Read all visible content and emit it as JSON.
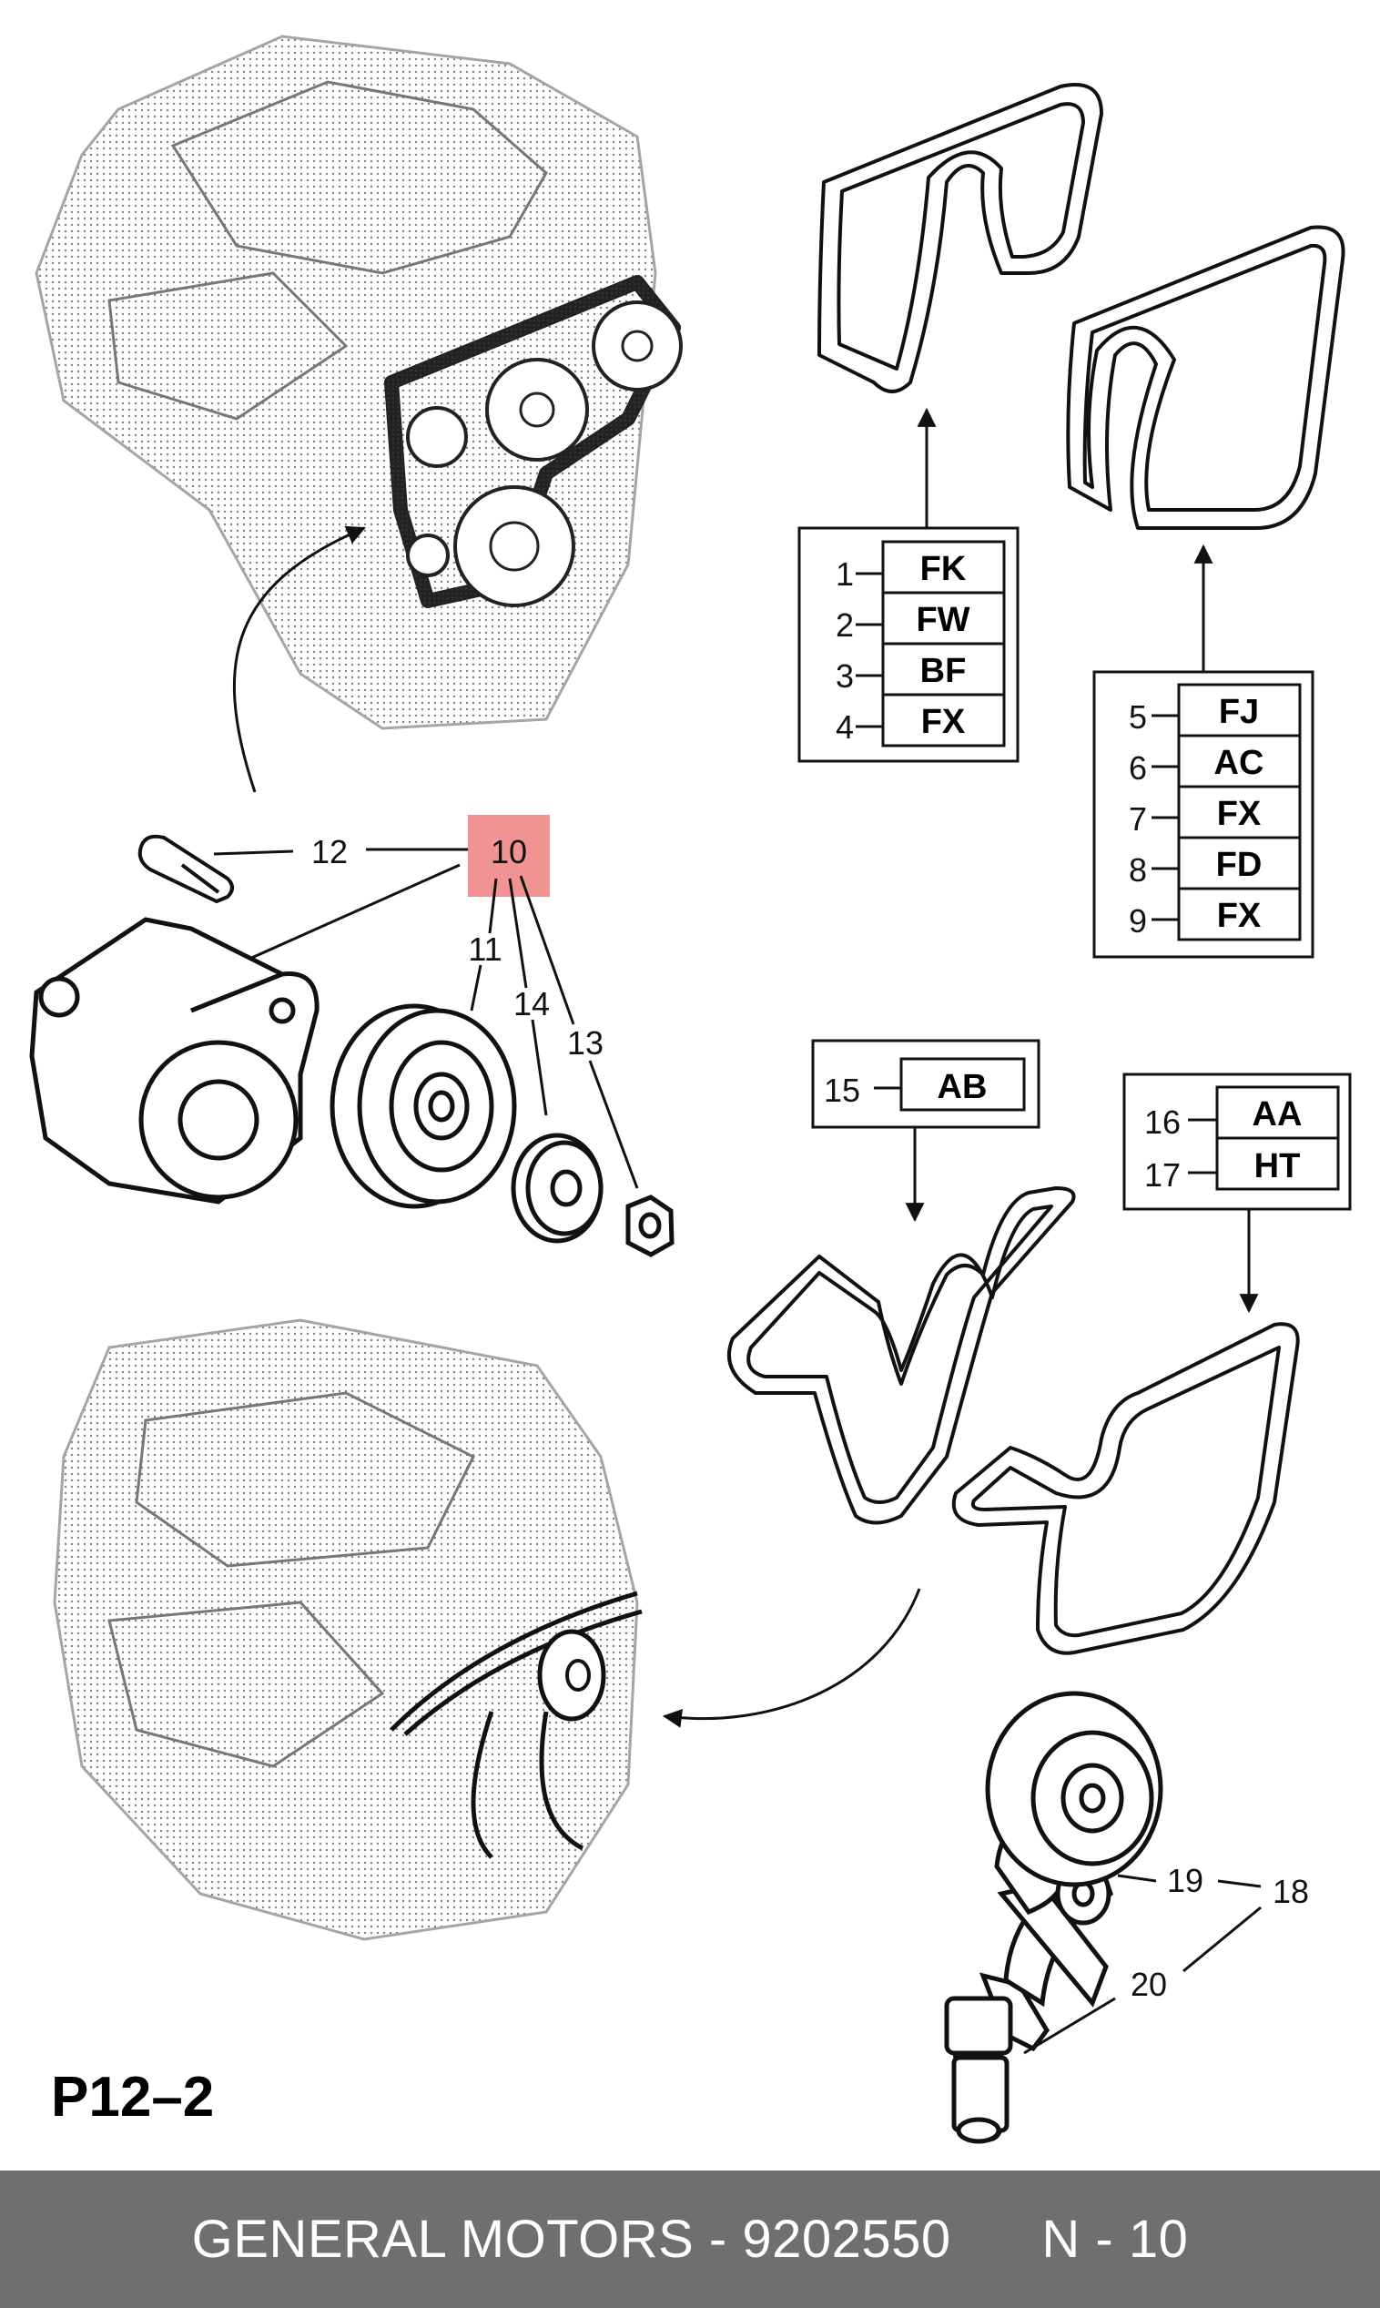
{
  "page_ref": "P12–2",
  "footer": {
    "brand": "GENERAL MOTORS",
    "separator1": "-",
    "part_number": "9202550",
    "position_prefix": "N",
    "separator2": "-",
    "position_number": "10"
  },
  "highlight_color": "#f08080",
  "callouts": {
    "c10": "10",
    "c11": "11",
    "c12": "12",
    "c13": "13",
    "c14": "14",
    "c18": "18",
    "c19": "19",
    "c20": "20"
  },
  "box_a": {
    "rows": [
      {
        "num": "1",
        "code": "FK"
      },
      {
        "num": "2",
        "code": "FW"
      },
      {
        "num": "3",
        "code": "BF"
      },
      {
        "num": "4",
        "code": "FX"
      }
    ]
  },
  "box_b": {
    "rows": [
      {
        "num": "5",
        "code": "FJ"
      },
      {
        "num": "6",
        "code": "AC"
      },
      {
        "num": "7",
        "code": "FX"
      },
      {
        "num": "8",
        "code": "FD"
      },
      {
        "num": "9",
        "code": "FX"
      }
    ]
  },
  "box_c": {
    "rows": [
      {
        "num": "15",
        "code": "AB"
      }
    ]
  },
  "box_d": {
    "rows": [
      {
        "num": "16",
        "code": "AA"
      },
      {
        "num": "17",
        "code": "HT"
      }
    ]
  }
}
